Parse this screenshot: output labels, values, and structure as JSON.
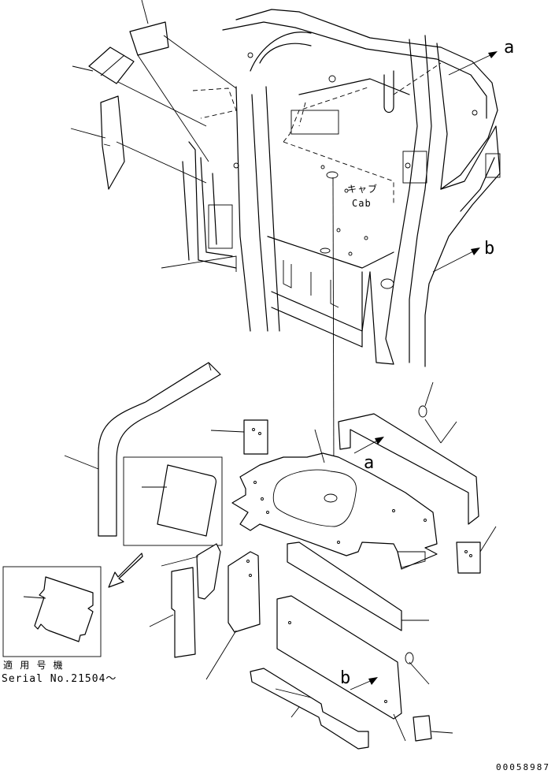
{
  "labels": {
    "ref_a_top": "a",
    "ref_b_top": "b",
    "ref_a_floor": "a",
    "ref_b_floor": "b",
    "cab_jp": "キャブ",
    "cab_en": "Cab",
    "applicable_jp": "適 用 号 機",
    "serial": "Serial No.21504～",
    "drawing_number": "00058987"
  }
}
